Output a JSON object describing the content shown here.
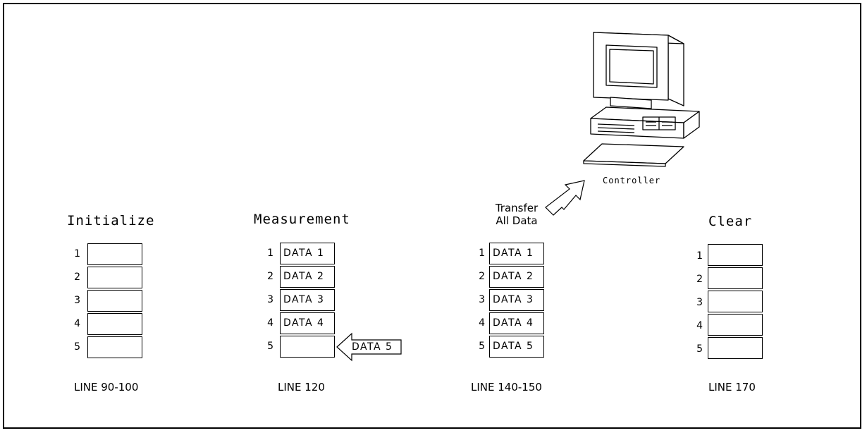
{
  "stages": [
    {
      "title": "Initialize",
      "rows": [
        {
          "num": "1",
          "text": ""
        },
        {
          "num": "2",
          "text": ""
        },
        {
          "num": "3",
          "text": ""
        },
        {
          "num": "4",
          "text": ""
        },
        {
          "num": "5",
          "text": ""
        }
      ],
      "line": "LINE 90-100"
    },
    {
      "title": "Measurement",
      "rows": [
        {
          "num": "1",
          "text": "DATA 1"
        },
        {
          "num": "2",
          "text": "DATA 2"
        },
        {
          "num": "3",
          "text": "DATA 3"
        },
        {
          "num": "4",
          "text": "DATA 4"
        },
        {
          "num": "5",
          "text": ""
        }
      ],
      "incoming": "DATA 5",
      "line": "LINE 120"
    },
    {
      "title_lines": [
        "Transfer",
        "All Data"
      ],
      "rows": [
        {
          "num": "1",
          "text": "DATA 1"
        },
        {
          "num": "2",
          "text": "DATA 2"
        },
        {
          "num": "3",
          "text": "DATA 3"
        },
        {
          "num": "4",
          "text": "DATA 4"
        },
        {
          "num": "5",
          "text": "DATA 5"
        }
      ],
      "line": "LINE 140-150"
    },
    {
      "title": "Clear",
      "rows": [
        {
          "num": "1",
          "text": ""
        },
        {
          "num": "2",
          "text": ""
        },
        {
          "num": "3",
          "text": ""
        },
        {
          "num": "4",
          "text": ""
        },
        {
          "num": "5",
          "text": ""
        }
      ],
      "line": "LINE 170"
    }
  ],
  "controller": {
    "label": "Controller",
    "icon": "computer-icon"
  }
}
